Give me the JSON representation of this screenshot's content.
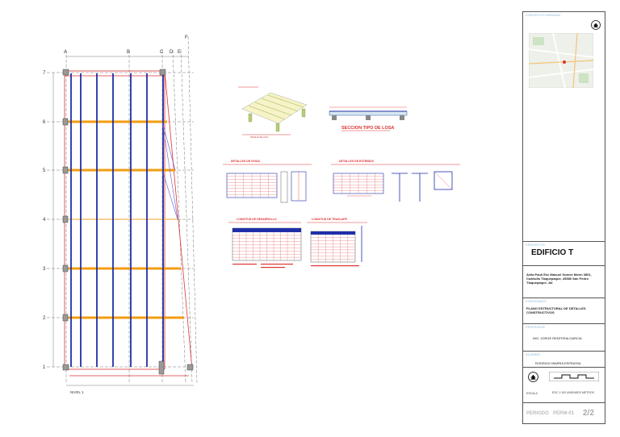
{
  "drawing": {
    "grid_cols": [
      "A",
      "B",
      "C",
      "D",
      "E",
      "F"
    ],
    "grid_rows": [
      "7",
      "6",
      "5",
      "4",
      "3",
      "2",
      "1"
    ],
    "plan_label": "NIVEL 1",
    "detail_titles": {
      "losa_section": "SECCION TIPO DE LOSA",
      "iso_label": "DETALLE DE LOSA",
      "beam_detail_1": "DETALLES DE VIGAS",
      "beam_detail_2": "DETALLES DE ESTRIBOS",
      "table_1": "LONGITUD DE DESARROLLO",
      "table_2": "LONGITUD DE TRASLAPE"
    }
  },
  "title_block": {
    "location_label": "CONTEXTO URBANO",
    "project_label": "PROYECTO",
    "project_name": "EDIFICIO T",
    "address": "Avila Pauli Esc Manuel Gomez Morin 3801, Coahuila Tlaquepaque, 45580 San Pedro Tlaquepaque, Jal",
    "content_label": "CONTENIDO",
    "content": "PLANO ESTRUCTURAL DE DETALLES CONSTRUCTIVOS",
    "professor_label": "PROFESOR",
    "professor": "ING. JORGE RENTERIA GARCIA",
    "student_label": "ALUMNO",
    "student": "RODRIGO IBARRA ESPINOSA",
    "scale_label": "ESCALA",
    "date_note": "ESC 1:100 UNIDADES METROS",
    "sheet_a": "PERIODO",
    "sheet_b": "PERM-01",
    "sheet_c": "2/2"
  }
}
